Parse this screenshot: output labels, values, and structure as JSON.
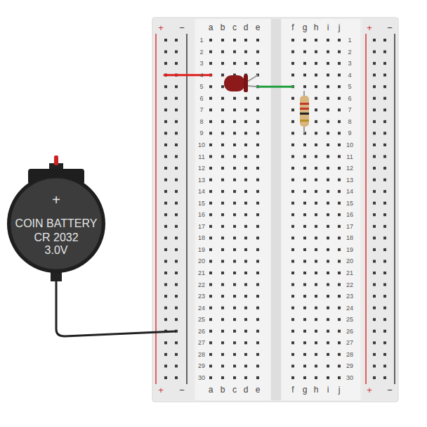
{
  "diagram": {
    "nodes": [
      {
        "text": [
          "+",
          "COIN BATTERY",
          "CR 2032",
          "3.0V"
        ]
      }
    ],
    "labels": [
      "+",
      "−",
      "a",
      "b",
      "c",
      "d",
      "e",
      "f",
      "g",
      "h",
      "i",
      "j",
      "+",
      "−",
      "1",
      "1",
      "2",
      "2",
      "3",
      "3",
      "4",
      "4",
      "5",
      "5",
      "6",
      "6",
      "7",
      "7",
      "8",
      "8",
      "9",
      "9",
      "10",
      "10",
      "11",
      "11",
      "12",
      "12",
      "13",
      "13",
      "14",
      "14",
      "15",
      "15",
      "16",
      "16",
      "17",
      "17",
      "18",
      "18",
      "19",
      "19",
      "20",
      "20",
      "21",
      "21",
      "22",
      "22",
      "23",
      "23",
      "24",
      "24",
      "25",
      "25",
      "26",
      "26",
      "27",
      "27",
      "28",
      "28",
      "29",
      "29",
      "30",
      "30",
      "+",
      "−",
      "a",
      "b",
      "c",
      "d",
      "e",
      "f",
      "g",
      "h",
      "i",
      "j",
      "+",
      "−"
    ]
  }
}
